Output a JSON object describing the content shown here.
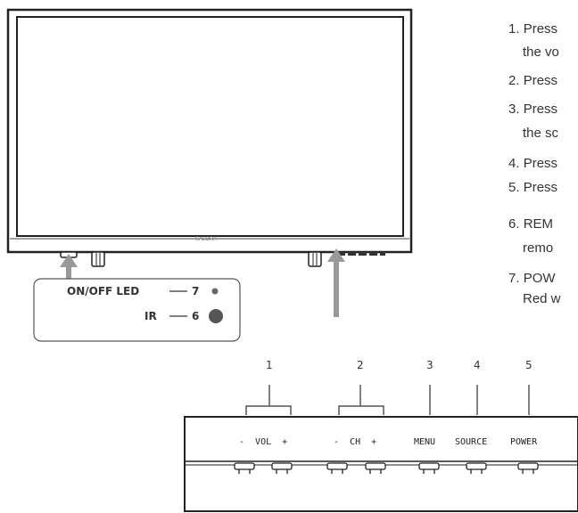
{
  "tv": {
    "brand_text": "SALORA"
  },
  "instructions": [
    {
      "number": "1.",
      "line1": "Press",
      "line2": "the vo"
    },
    {
      "number": "2.",
      "line1": "Press",
      "line2": ""
    },
    {
      "number": "3.",
      "line1": "Press",
      "line2": "the sc"
    },
    {
      "number": "4.",
      "line1": "Press",
      "line2": ""
    },
    {
      "number": "5.",
      "line1": "Press",
      "line2": ""
    },
    {
      "number": "6.",
      "line1": "REM",
      "line2": "remo"
    },
    {
      "number": "7.",
      "line1": "POW",
      "line2": "Red w"
    }
  ],
  "callout": {
    "led_label": "ON/OFF LED",
    "led_number": "7",
    "ir_label": "IR",
    "ir_number": "6"
  },
  "button_panel": {
    "group_numbers": [
      "1",
      "2",
      "3",
      "4",
      "5"
    ],
    "labels": {
      "vol": "-  VOL  +",
      "ch": "-  CH  +",
      "menu": "MENU",
      "source": "SOURCE",
      "power": "POWER"
    }
  }
}
